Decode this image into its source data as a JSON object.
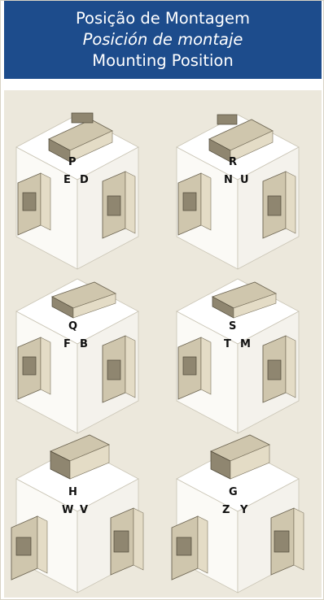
{
  "header": {
    "title_pt": "Posição de Montagem",
    "title_es": "Posición de montaje",
    "title_en": "Mounting Position",
    "background_color": "#1d4c8c",
    "text_color": "#ffffff"
  },
  "panel": {
    "background_color": "#ece8dc"
  },
  "cubes": [
    {
      "letters": {
        "top": "P",
        "left": "E",
        "right": "D"
      }
    },
    {
      "letters": {
        "top": "R",
        "left": "N",
        "right": "U"
      }
    },
    {
      "letters": {
        "top": "Q",
        "left": "F",
        "right": "B"
      }
    },
    {
      "letters": {
        "top": "S",
        "left": "T",
        "right": "M"
      }
    },
    {
      "letters": {
        "top": "H",
        "left": "W",
        "right": "V"
      }
    },
    {
      "letters": {
        "top": "G",
        "left": "Z",
        "right": "Y"
      }
    }
  ]
}
